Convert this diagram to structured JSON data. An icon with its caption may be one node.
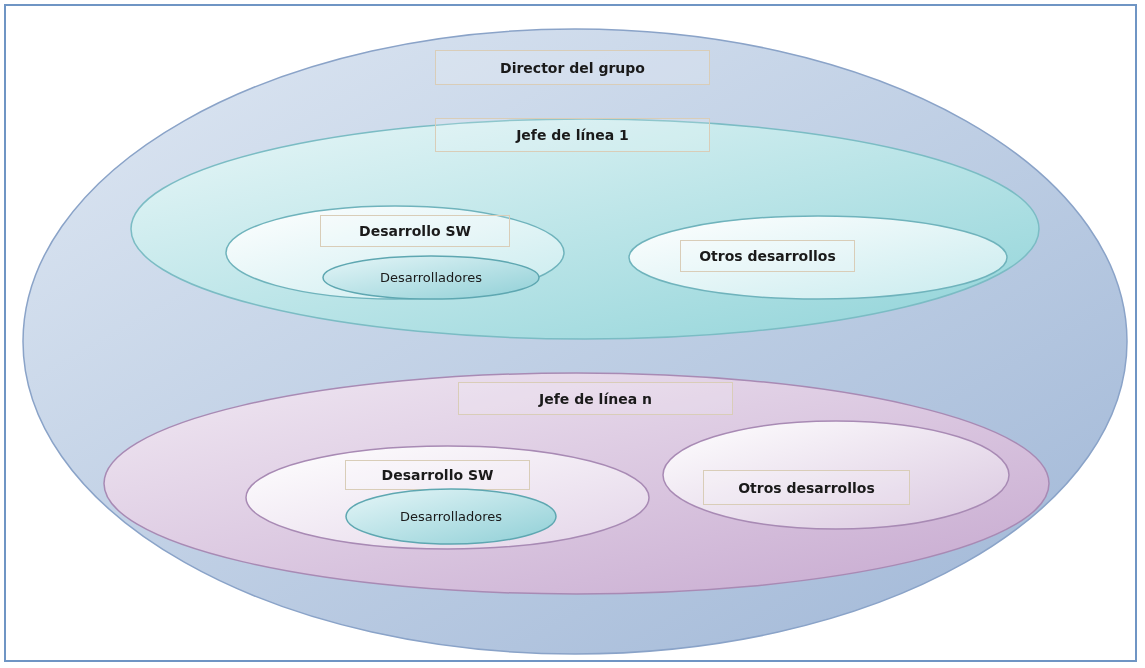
{
  "diagram": {
    "nodes": [
      {
        "text": [
          "Director del grupo"
        ]
      },
      {
        "text": [
          "Jefe de línea 1"
        ],
        "in": 0
      },
      {
        "text": [
          "Desarrollo SW"
        ],
        "in": 1
      },
      {
        "text": [
          "Desarrolladores"
        ],
        "in": 2
      },
      {
        "text": [
          "Otros desarrollos"
        ],
        "in": 1
      },
      {
        "text": [
          "Jefe de línea n"
        ],
        "in": 0
      },
      {
        "text": [
          "Desarrollo SW"
        ],
        "in": 5
      },
      {
        "text": [
          "Desarrolladores"
        ],
        "in": 6
      },
      {
        "text": [
          "Otros desarrollos"
        ],
        "in": 5
      }
    ]
  }
}
